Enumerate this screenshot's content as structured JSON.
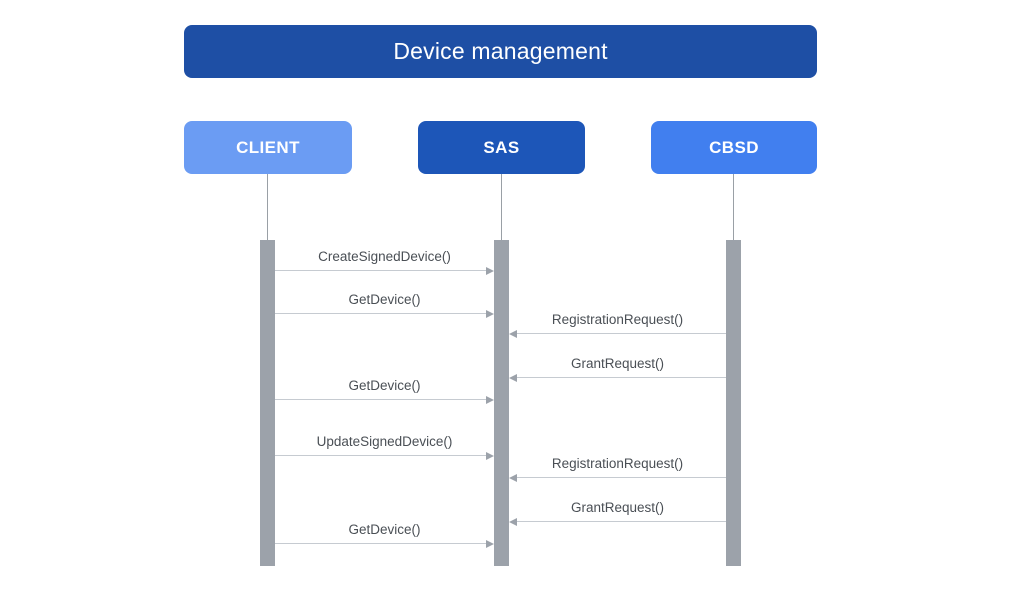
{
  "diagram": {
    "title": "Device management",
    "actors": [
      {
        "id": "client",
        "label": "CLIENT",
        "color": "#6B9CF3"
      },
      {
        "id": "sas",
        "label": "SAS",
        "color": "#1D56B8"
      },
      {
        "id": "cbsd",
        "label": "CBSD",
        "color": "#417FEF"
      }
    ],
    "messages": [
      {
        "label": "CreateSignedDevice()",
        "from": "client",
        "to": "sas"
      },
      {
        "label": "GetDevice()",
        "from": "client",
        "to": "sas"
      },
      {
        "label": "RegistrationRequest()",
        "from": "cbsd",
        "to": "sas"
      },
      {
        "label": "GrantRequest()",
        "from": "cbsd",
        "to": "sas"
      },
      {
        "label": "GetDevice()",
        "from": "client",
        "to": "sas"
      },
      {
        "label": "UpdateSignedDevice()",
        "from": "client",
        "to": "sas"
      },
      {
        "label": "RegistrationRequest()",
        "from": "cbsd",
        "to": "sas"
      },
      {
        "label": "GrantRequest()",
        "from": "cbsd",
        "to": "sas"
      },
      {
        "label": "GetDevice()",
        "from": "client",
        "to": "sas"
      }
    ],
    "colors": {
      "title_bg": "#1E4FA5",
      "activation_bar": "#9CA2AA",
      "message_line": "#C6CBD1",
      "message_text": "#4A4F55"
    }
  }
}
